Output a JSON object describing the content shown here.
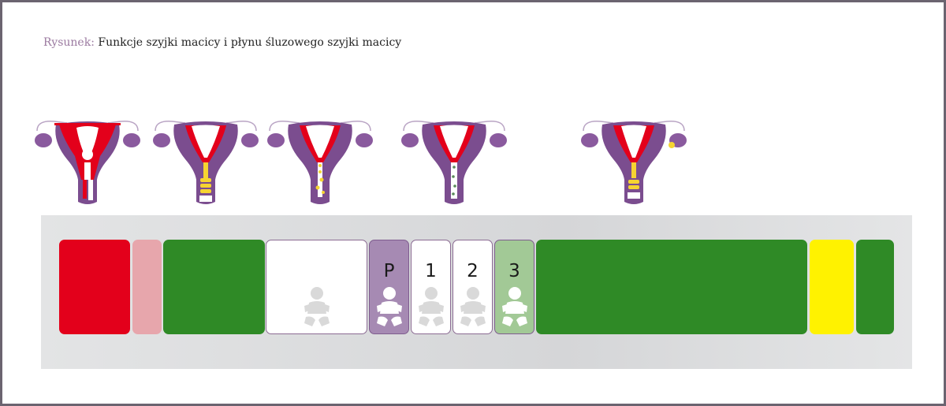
{
  "caption": {
    "prefix": "Rysunek:",
    "title": "Funkcje szyjki macicy i płynu śluzowego szyjki macicy"
  },
  "colors": {
    "menstruation": "#e3001b",
    "light_bleeding": "#e7a6ac",
    "dry_green": "#2f8a26",
    "fertile_white": "#ffffff",
    "peak_purple": "#a68ab3",
    "post_peak_white": "#ffffff",
    "day3_green": "#a2c996",
    "yellow": "#fff200",
    "purple_organ": "#7b4d8f",
    "cervix_red": "#e3001b",
    "mucus_yellow": "#f6d431"
  },
  "band": {
    "boxes": [
      {
        "id": "menstruation",
        "label": ""
      },
      {
        "id": "light-bleeding",
        "label": ""
      },
      {
        "id": "dry-days",
        "label": ""
      },
      {
        "id": "fertile-mucus",
        "label": "",
        "baby_icon": true
      },
      {
        "id": "peak-day",
        "label": "P",
        "baby_icon": true
      },
      {
        "id": "post-peak-1",
        "label": "1",
        "baby_icon": true
      },
      {
        "id": "post-peak-2",
        "label": "2",
        "baby_icon": true
      },
      {
        "id": "post-peak-3",
        "label": "3",
        "baby_icon": true
      },
      {
        "id": "infertile-phase",
        "label": ""
      },
      {
        "id": "yellow-phase",
        "label": ""
      },
      {
        "id": "end-green",
        "label": ""
      }
    ]
  },
  "illustrations": [
    {
      "id": "organ-menstruation",
      "icon": "uterus-menstruation-icon"
    },
    {
      "id": "organ-dry",
      "icon": "uterus-closed-cervix-icon"
    },
    {
      "id": "organ-fertile",
      "icon": "uterus-fertile-mucus-icon"
    },
    {
      "id": "organ-peak",
      "icon": "uterus-peak-mucus-icon"
    },
    {
      "id": "organ-post-ovulation",
      "icon": "uterus-post-ovulation-icon"
    }
  ]
}
